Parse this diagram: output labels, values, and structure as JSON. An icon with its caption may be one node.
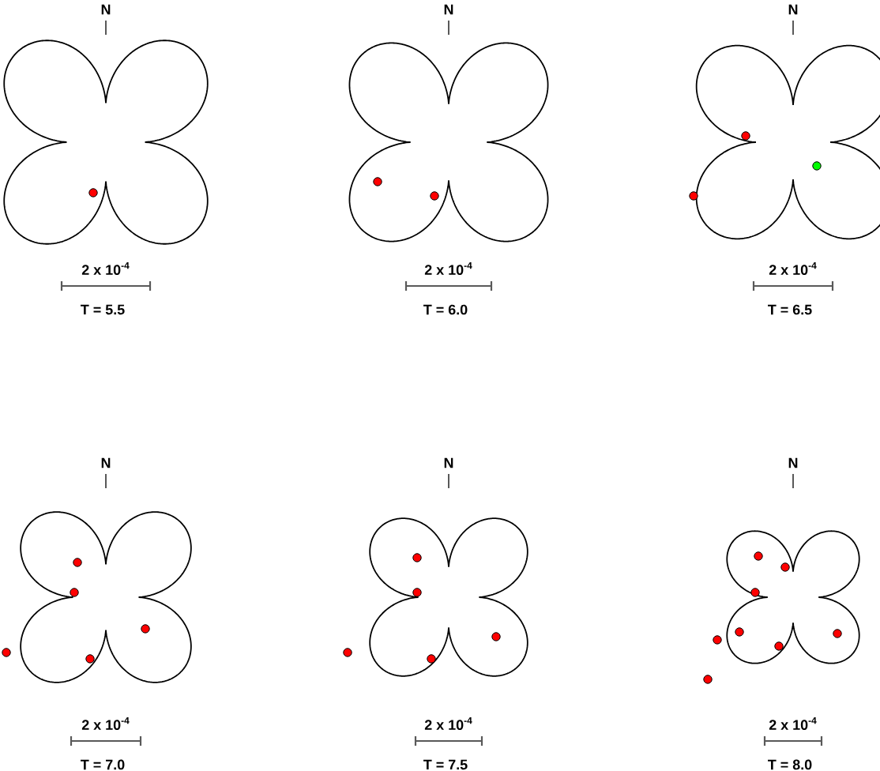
{
  "diagram": {
    "labels": [
      "N",
      "2 x 10$^{-4}$",
      "T = 5.5",
      "N",
      "2 x 10$^{-4}$",
      "T = 6.0",
      "N",
      "2 x 10$^{-4}$",
      "T = 6.5",
      "N",
      "2 x 10$^{-4}$",
      "T = 7.0",
      "N",
      "2 x 10$^{-4}$",
      "T = 7.5",
      "N",
      "2 x 10$^{-4}$",
      "T = 8.0"
    ]
  }
}
